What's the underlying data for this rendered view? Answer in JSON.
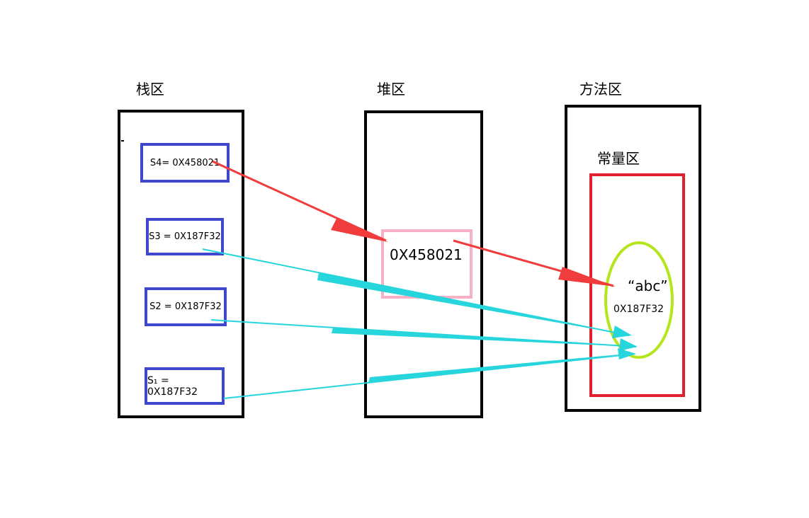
{
  "regions": {
    "stack": {
      "title": "栈区"
    },
    "heap": {
      "title": "堆区"
    },
    "method": {
      "title": "方法区"
    },
    "constant_pool": {
      "title": "常量区"
    }
  },
  "stack_vars": {
    "s4": "S4= 0X458021",
    "s3": "S3 = 0X187F32",
    "s2": "S2 = 0X187F32",
    "s1": "S₁ = 0X187F32"
  },
  "heap_object": {
    "address": "0X458021"
  },
  "string_constant": {
    "value": "“abc”",
    "address": "0X187F32"
  },
  "colors": {
    "region_border": "#000000",
    "stack_var_border": "#3f48cc",
    "heap_obj_border": "#f7b0c6",
    "constant_pool_border": "#e0212d",
    "string_ellipse": "#b5e61d",
    "red_arrow": "#f03c3c",
    "cyan_arrow": "#27d5dc"
  }
}
